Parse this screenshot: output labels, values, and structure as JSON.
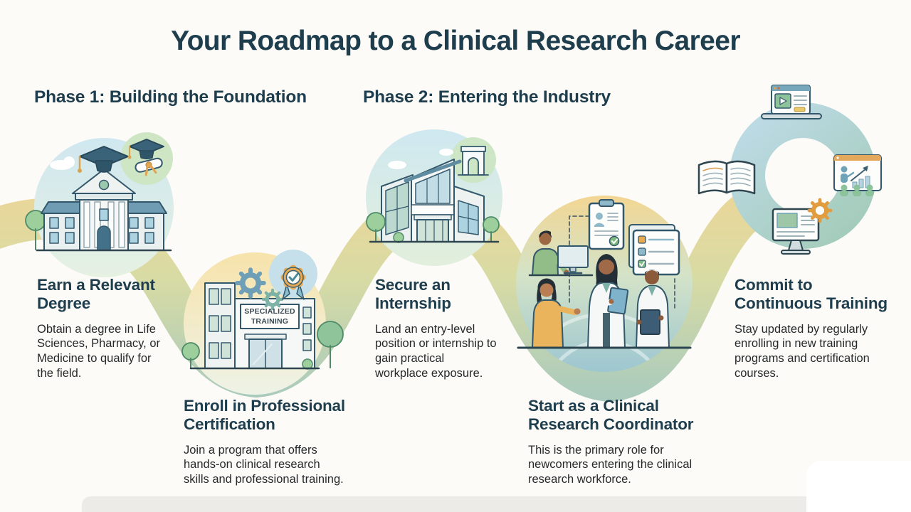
{
  "title": "Your Roadmap to a Clinical Research Career",
  "phases": [
    {
      "label": "Phase 1: Building the Foundation"
    },
    {
      "label": "Phase 2: Entering the Industry"
    }
  ],
  "steps": [
    {
      "heading": "Earn a Relevant\nDegree",
      "body": "Obtain a degree in Life\nSciences, Pharmacy, or\nMedicine to qualify for\nthe field.",
      "icon": "university-graduation-icon"
    },
    {
      "heading": "Enroll in Professional\nCertification",
      "body": "Join a program that offers\nhands-on clinical research\nskills and professional training.",
      "icon": "training-center-certificate-icon",
      "sign_text": "SPECIALIZED\nTRAINING"
    },
    {
      "heading": "Secure an\nInternship",
      "body": "Land an entry-level\nposition or internship to\ngain practical\nworkplace exposure.",
      "icon": "office-building-arch-icon"
    },
    {
      "heading": "Start as a Clinical\nResearch Coordinator",
      "body": "This is the primary role for\nnewcomers entering the clinical\nresearch workforce.",
      "icon": "clinical-team-icon"
    },
    {
      "heading": "Commit to\nContinuous Training",
      "body": "Stay updated by regularly\nenrolling in new training\nprograms and certification\ncourses.",
      "icon": "learning-cycle-icon"
    }
  ],
  "colors": {
    "heading": "#1e3d4d",
    "body_text": "#26292a",
    "ribbon_yellow": "#f0d596",
    "ribbon_green": "#a5c9bf",
    "accent_orange": "#e9aa52",
    "accent_teal": "#6f9fb6",
    "accent_green": "#7cba7d",
    "background": "#fcfbf8"
  }
}
